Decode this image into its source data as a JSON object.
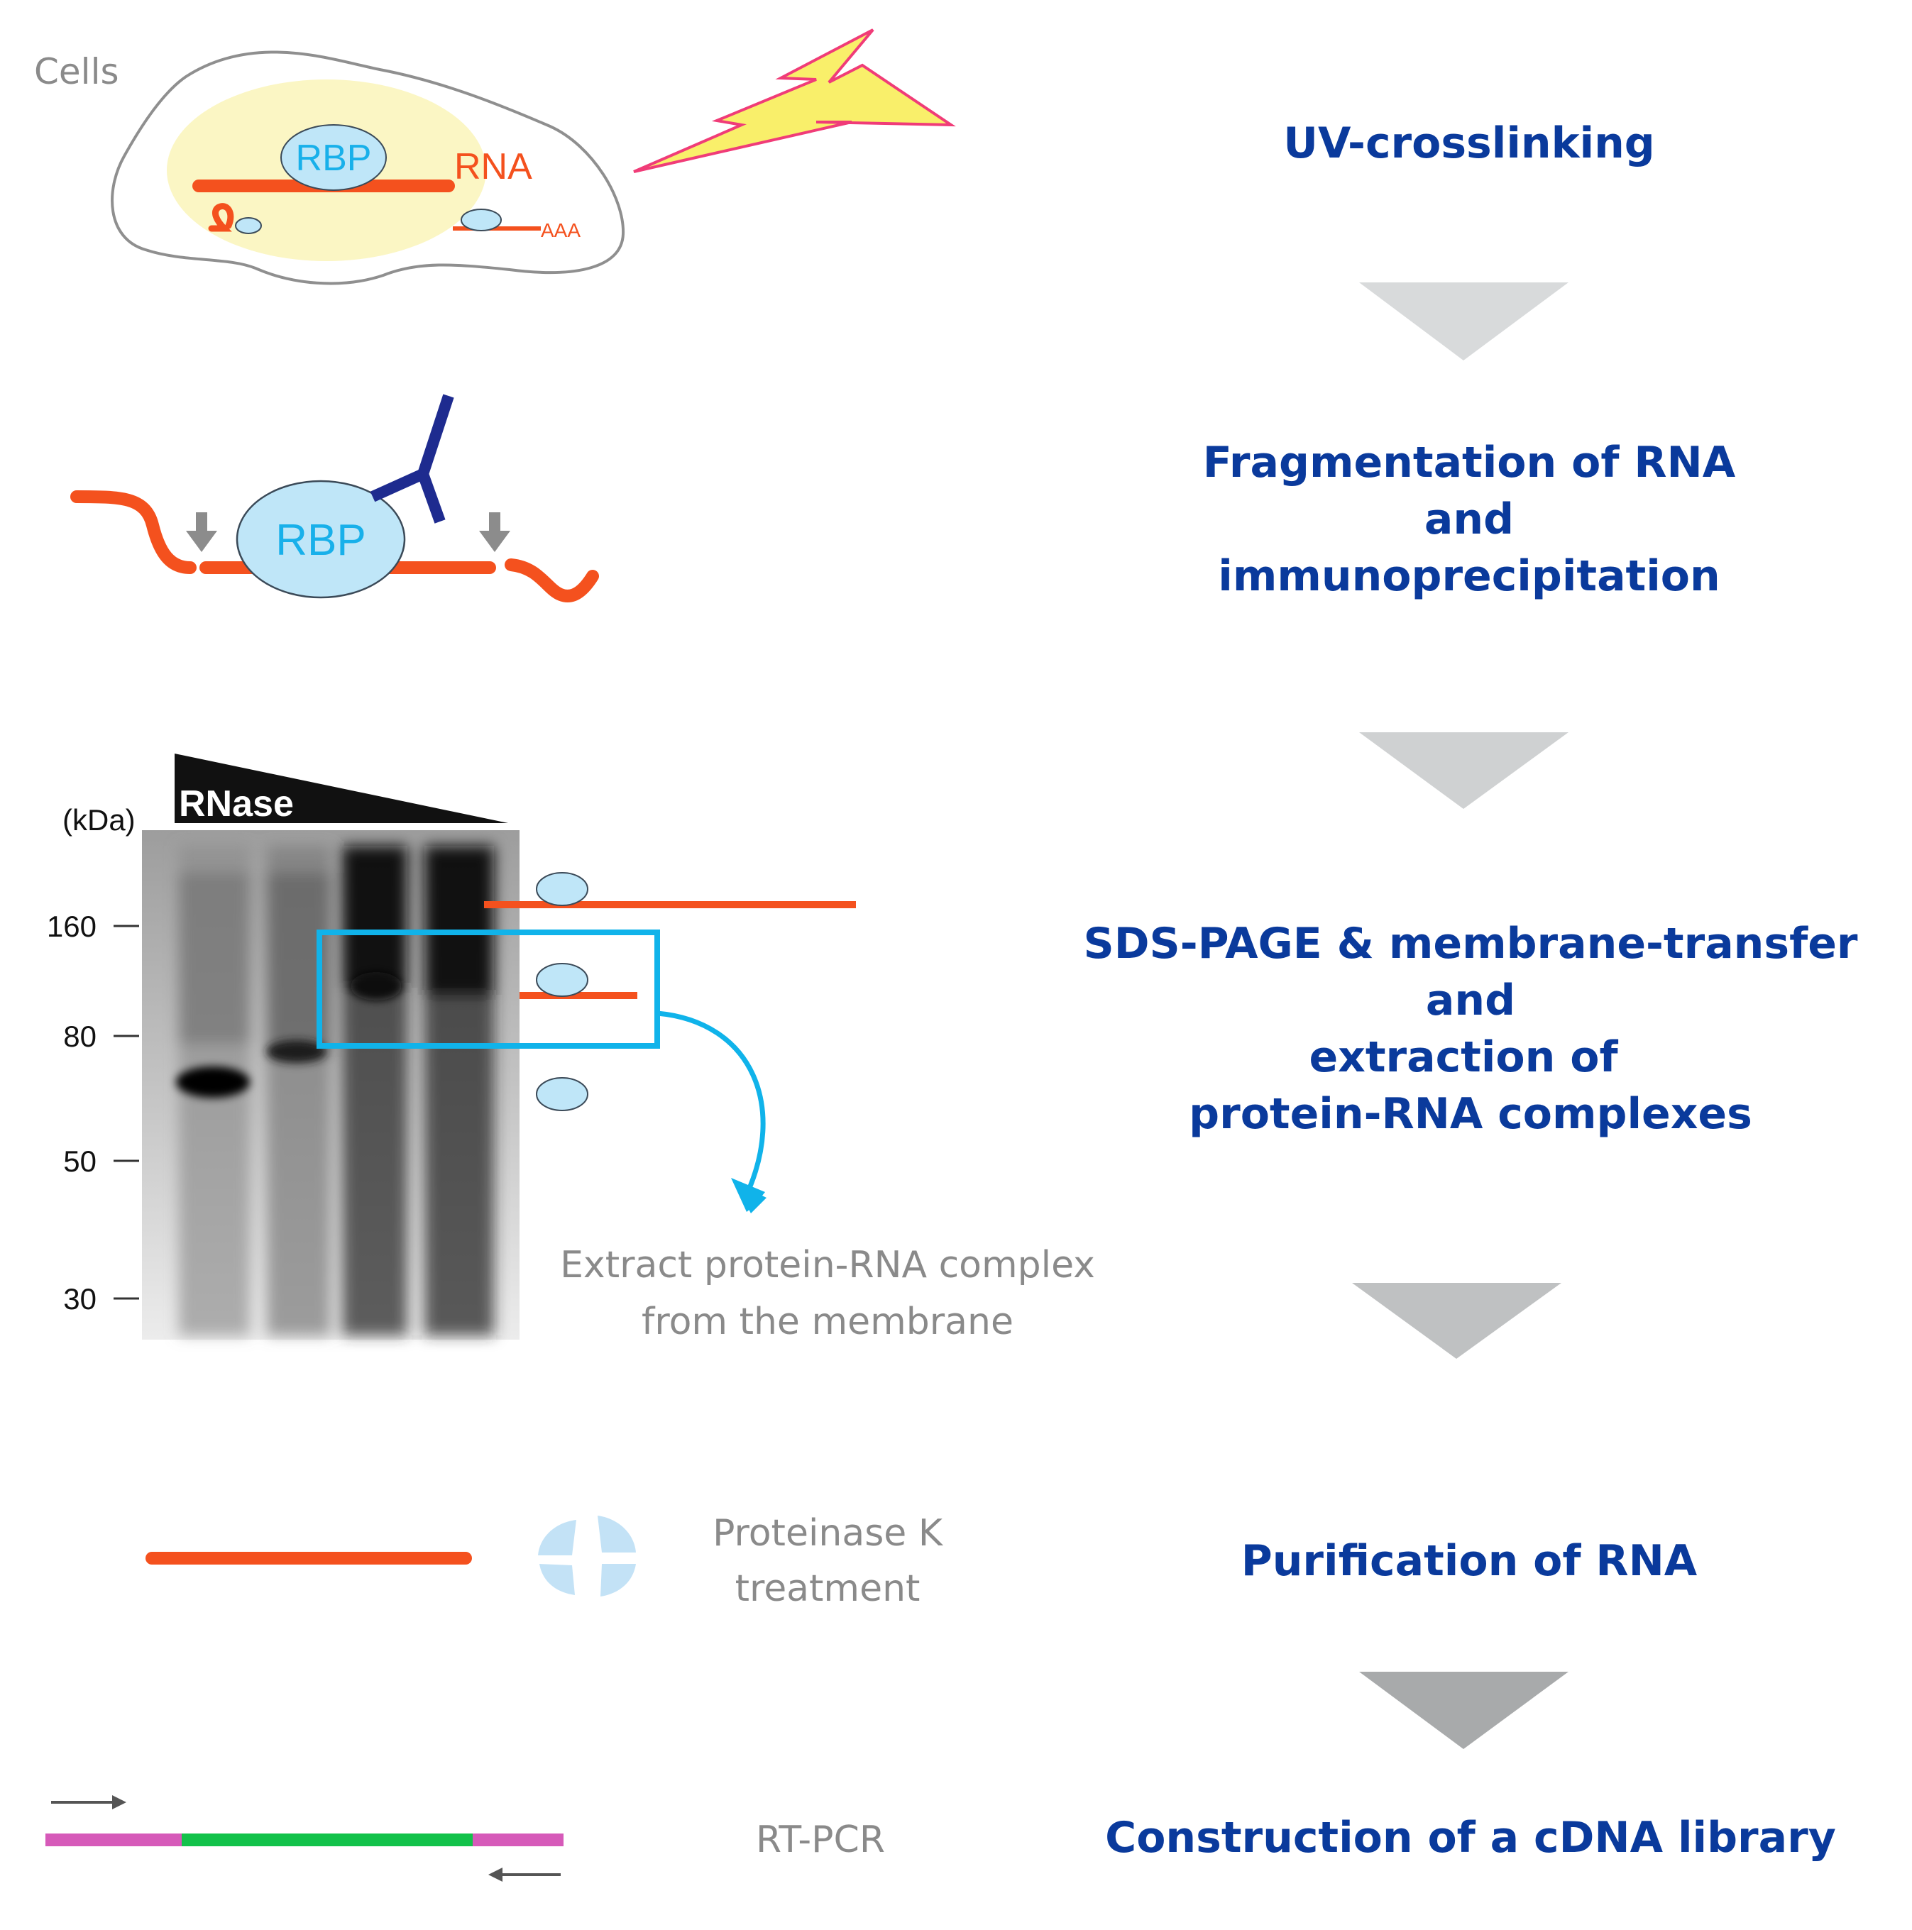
{
  "steps": {
    "uv": "UV-crosslinking",
    "frag_line1": "Fragmentation of RNA",
    "frag_line2": "and",
    "frag_line3": "immunoprecipitation",
    "sds_line1": "SDS-PAGE & membrane-transfer",
    "sds_line2": "and",
    "sds_line3": "extraction of",
    "sds_line4": "protein-RNA complexes",
    "purif": "Purification of RNA",
    "cdna": "Construction of a cDNA library"
  },
  "cell": {
    "label": "Cells",
    "rbp": "RBP",
    "rna": "RNA",
    "polya": "AAA"
  },
  "ip": {
    "rbp": "RBP"
  },
  "gel": {
    "rnase": "RNase",
    "unit": "(kDa)",
    "markers": [
      "160",
      "80",
      "50",
      "30"
    ]
  },
  "extract_note": {
    "line1": "Extract protein-RNA complex",
    "line2": "from the membrane"
  },
  "proteinase_note": {
    "line1": "Proteinase K",
    "line2": "treatment"
  },
  "rtpcr": "RT-PCR",
  "colors": {
    "step_text": "#0a3a9c",
    "rna": "#f4511e",
    "rbp_fill": "#bfe6f8",
    "rbp_text": "#18b0ea",
    "antibody": "#1e2b8f",
    "highlight_box": "#10b3ea",
    "lightning": "#f9ef6a",
    "lightning_stroke": "#f03c78",
    "nucleus": "#fbf6c4",
    "flow_arrow": "#c4c6c8",
    "primer_pink": "#d65ab9",
    "insert_green": "#12c24a"
  }
}
